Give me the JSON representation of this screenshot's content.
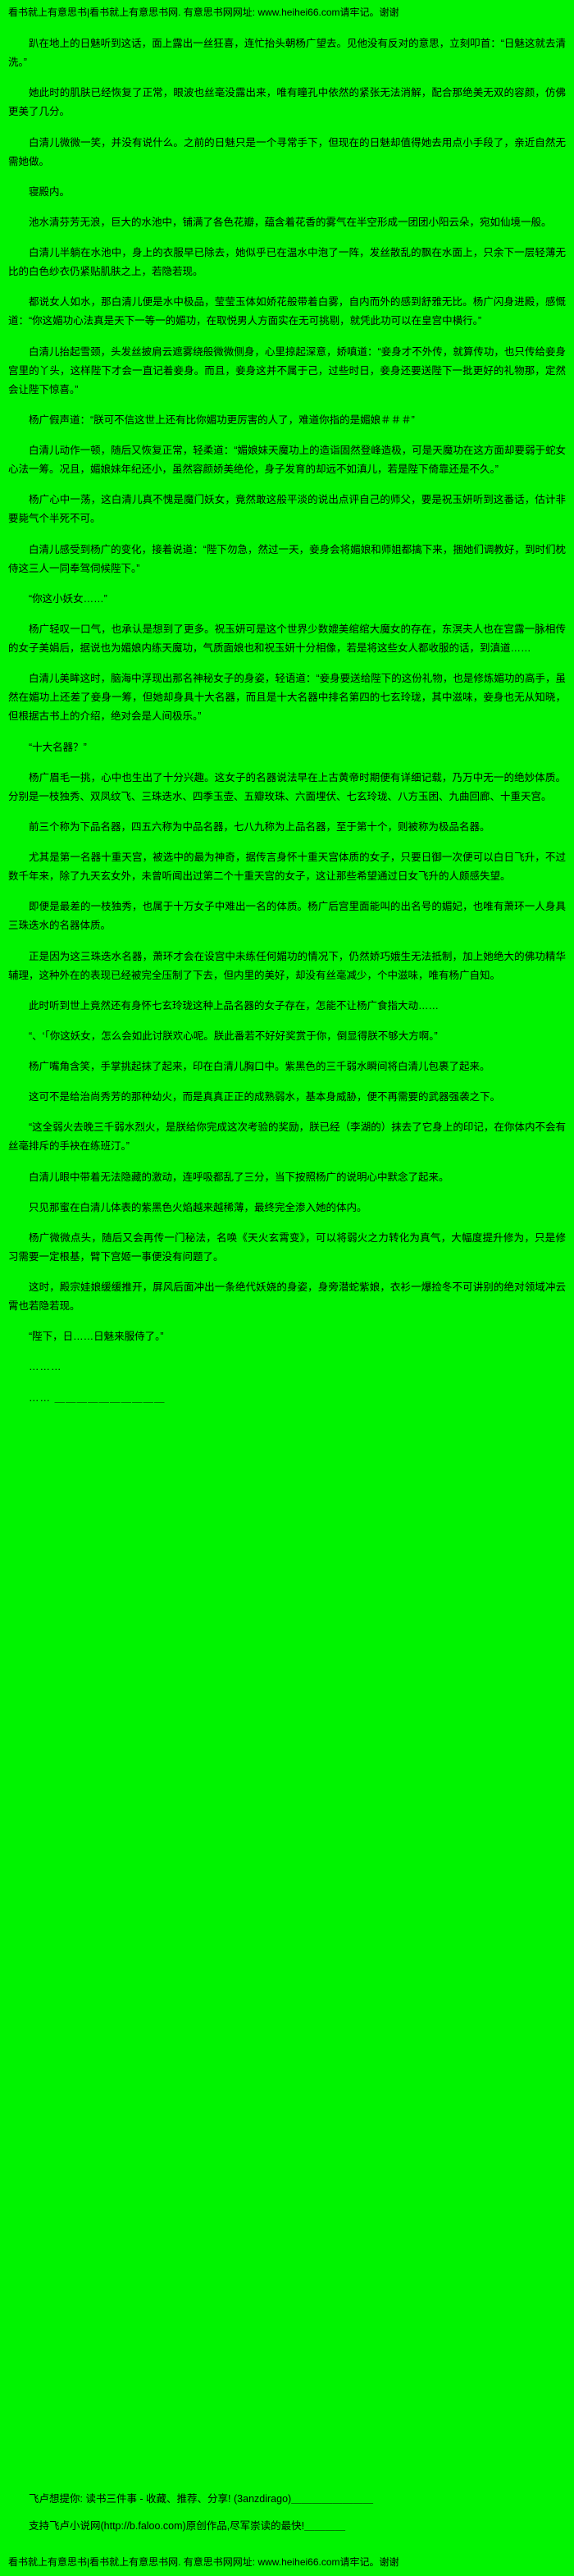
{
  "page": {
    "background_color": "#00f400",
    "text_color": "#000000"
  },
  "banners": {
    "top": "看书就上有意思书|看书就上有意思书网. 有意思书网网址: www.heihei66.com请牢记。谢谢",
    "bottom": "看书就上有意思书|看书就上有意思书网. 有意思书网网址: www.heihei66.com请牢记。谢谢"
  },
  "paragraphs": [
    "趴在地上的日魅听到这话，面上露出一丝狂喜，连忙抬头朝杨广望去。见他没有反对的意思，立刻叩首：“日魅这就去清洗。”",
    "她此时的肌肤已经恢复了正常，眼波也丝毫没露出来，唯有瞳孔中依然的紧张无法消解，配合那绝美无双的容颜，仿佛更美了几分。",
    "白清儿微微一笑，并没有说什么。之前的日魅只是一个寻常手下，但现在的日魅却值得她去用点小手段了，亲近自然无需她做。",
    "寝殿内。",
    "池水清芬芳无浪，巨大的水池中，铺满了各色花瓣，蕴含着花香的雾气在半空形成一团团小阳云朵，宛如仙境一般。",
    "白清儿半躺在水池中，身上的衣服早已除去，她似乎已在温水中泡了一阵，发丝散乱的飘在水面上，只余下一层轻薄无比的白色纱衣仍紧贴肌肤之上，若隐若现。",
    "都说女人如水，那白清儿便是水中极品，莹莹玉体如娇花般带着白雾，自内而外的感到舒雅无比。杨广闪身进殿，感慨道：“你这媚功心法真是天下一等一的媚功，在取悦男人方面实在无可挑剔，就凭此功可以在皇宫中横行。”",
    "白清儿抬起雪颈，头发丝披肩云遮雾绕般微微侧身，心里掠起深意，娇嗔道：“妾身才不外传，就算传功，也只传给妾身宫里的丫头，这样陛下才会一直记着妾身。而且，妾身这并不属于己，过些时日，妾身还要送陛下一批更好的礼物那，定然会让陛下惊喜。”",
    "杨广假声道：“朕可不信这世上还有比你媚功更厉害的人了，难道你指的是媚娘＃＃＃”",
    "白清儿动作一顿，随后又恢复正常，轻柔道：“媚娘妹天魔功上的造诣固然登峰造极，可是天魔功在这方面却要弱于蛇女心法一筹。况且，媚娘妹年纪还小，虽然容颜娇美绝伦，身子发育的却远不如滇儿，若是陛下倚靠还是不久。”",
    "杨广心中一荡，这白清儿真不愧是魔门妖女，竟然敢这般平淡的说出点评自己的师父，要是祝玉妍听到这番话，估计非要毙气个半死不可。",
    "白清儿感受到杨广的变化，接着说道：“陛下勿急，然过一天，妾身会将媚娘和师姐都擒下来，捆她们调教好，到时们枕侍这三人一同奉驾伺候陛下。”",
    "“你这小妖女……”",
    "杨广轻叹一口气，也承认是想到了更多。祝玉妍可是这个世界少数媲美绾绾大魔女的存在，东溟夫人也在宫露一脉相传的女子美娟后，据说也为媚娘内练天魔功，气质面娘也和祝玉妍十分相像，若是将这些女人都收服的话，到滇道……",
    "白清儿美眸这时，脑海中浮现出那名神秘女子的身姿，轻语道：“妾身要送给陛下的这份礼物，也是修炼媚功的高手，虽然在媚功上还差了妾身一筹，但她却身具十大名器，而且是十大名器中排名第四的七玄玲珑，其中滋味，妾身也无从知晓，但根据古书上的介绍，绝对会是人间极乐。”",
    "“十大名器？”",
    "杨广眉毛一挑，心中也生出了十分兴趣。这女子的名器说法早在上古黄帝时期便有详细记载，乃万中无一的绝妙体质。分别是一枝独秀、双凤纹飞、三珠迭水、四季玉壶、五瓣玫珠、六面埋伏、七玄玲珑、八方玉困、九曲回廊、十重天宫。",
    "前三个称为下品名器，四五六称为中品名器，七八九称为上品名器，至于第十个，则被称为极品名器。",
    "尤其是第一名器十重天宫，被选中的最为神奇，据传言身怀十重天宫体质的女子，只要日御一次便可以白日飞升，不过数千年来，除了九天玄女外，未曾听闻出过第二个十重天宫的女子，这让那些希望通过日女飞升的人颇感失望。",
    "即便是最差的一枝独秀，也属于十万女子中难出一名的体质。杨广后宫里面能叫的出名号的媚妃，也唯有萧环一人身具三珠迭水的名器体质。",
    "正是因为这三珠迭水名器，萧环才会在设宫中未练任何媚功的情况下，仍然娇巧娥生无法抵制，加上她绝大的佛功精华辅理，这种外在的表现已经被完全压制了下去，但内里的美好，却没有丝毫减少，个中滋味，唯有杨广自知。",
    "此时听到世上竟然还有身怀七玄玲珑这种上品名器的女子存在，怎能不让杨广食指大动……",
    "“、‘「你这妖女，怎么会如此讨朕欢心呢。朕此番若不好好奖赏于你，倒显得朕不够大方啊。”",
    "杨广嘴角含笑，手掌挑起抹了起来，印在白清儿胸口中。紫黑色的三千弱水瞬间将白清儿包裹了起来。",
    "这可不是给治尚秀芳的那种幼火，而是真真正正的成熟弱水，基本身威胁，便不再需要的武器强袭之下。",
    "“这全弱火去晚三千弱水烈火，是朕给你完成这次考验的奖励，朕已经（李湖的）抹去了它身上的印记，在你体内不会有丝毫排斥的手袂在练班汀。”",
    "白清儿眼中带着无法隐藏的激动，连呼吸都乱了三分，当下按照杨广的说明心中默念了起来。",
    "只见那蜜在白清儿体表的紫黑色火焰越来越稀薄，最终完全渗入她的体内。",
    "杨广微微点头，随后又会再传一门秘法，名唤《天火玄霄变》，可以将弱火之力转化为真气，大幅度提升修为，只是修习需要一定根基，臂下宫姬一事便没有问题了。",
    "这时，殿宗娃娘缓缓推开，屏风后面冲出一条绝代妖娆的身姿，身旁潜蛇紫娘，衣衫一爆捡冬不可讲别的绝对领域冲云霄也若隐若现。",
    "“陛下，日……日魅来服侍了。”",
    "………",
    "…… ＿＿＿＿＿＿＿＿＿＿"
  ],
  "footer": {
    "note1": "飞卢想提你: 读书三件事 - 收藏、推荐、分享! (3anzdirago)＿＿＿＿＿＿＿＿",
    "note2": "支持飞卢小说网(http://b.faloo.com)原创作品,尽军崇读的最快!＿＿＿＿"
  }
}
